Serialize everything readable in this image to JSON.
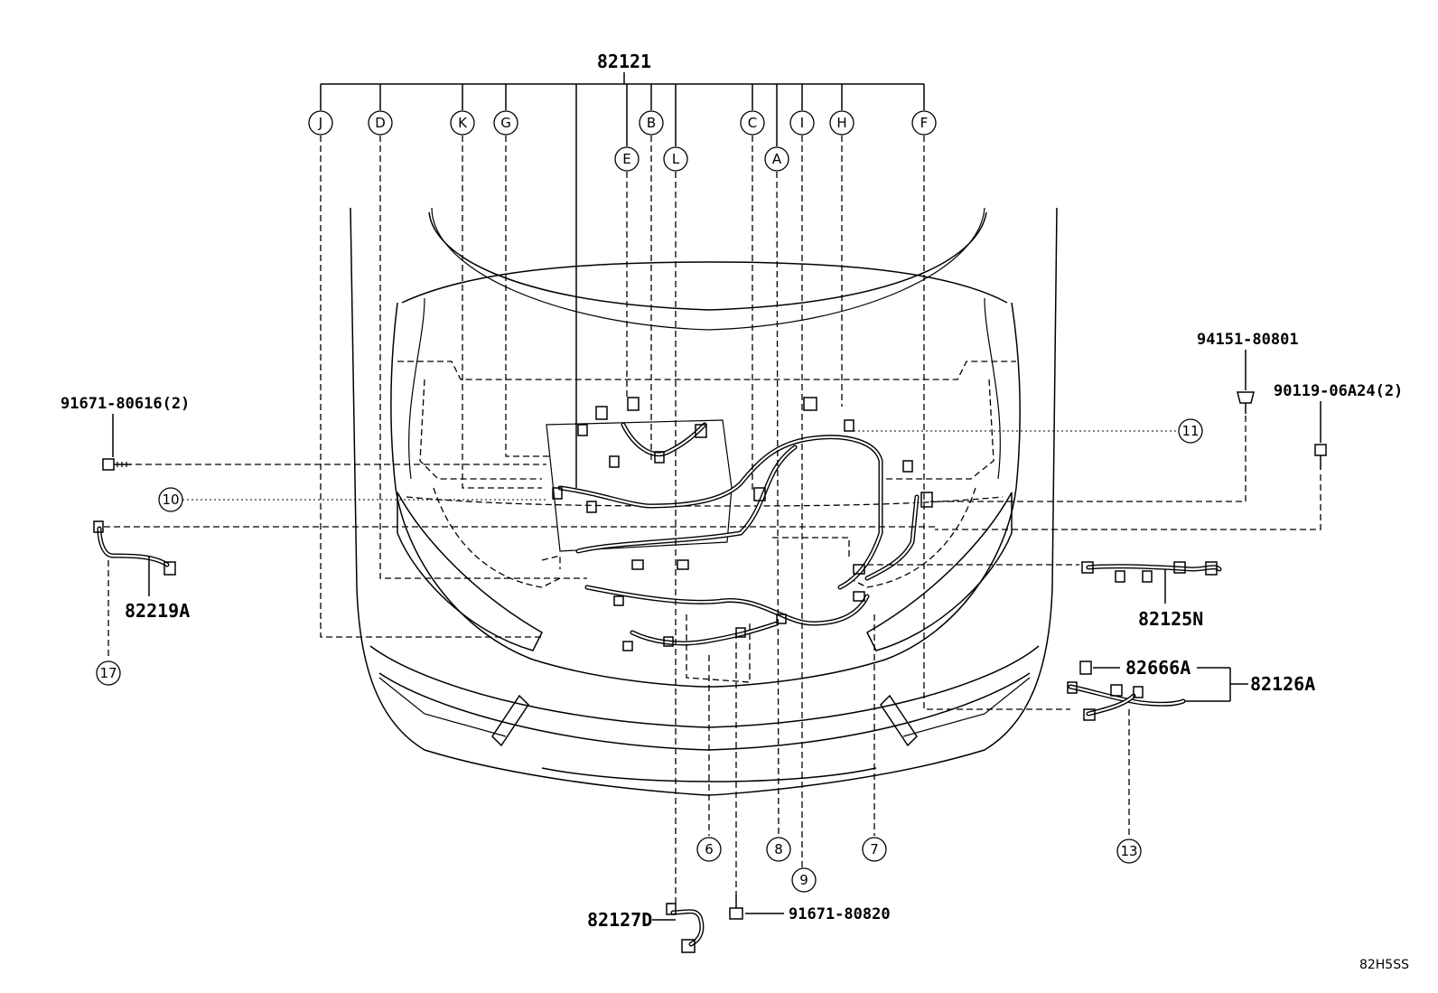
{
  "diagram": {
    "parts": {
      "main_harness": "82121",
      "bolt_left": "91671-80616(2)",
      "clip": "94151-80801",
      "bolt_right": "90119-06A24(2)",
      "sub_harness_left": "82219A",
      "sub_harness_right": "82125N",
      "sub_harness_bottom": "82127D",
      "bolt_bottom": "91671-80820",
      "cover": "82666A",
      "assembly_right": "82126A"
    },
    "connector_letters": [
      "J",
      "D",
      "K",
      "G",
      "E",
      "B",
      "L",
      "C",
      "A",
      "I",
      "H",
      "F"
    ],
    "callouts": [
      "6",
      "7",
      "8",
      "9",
      "10",
      "11",
      "13",
      "17"
    ],
    "diagram_code": "82H5SS"
  }
}
